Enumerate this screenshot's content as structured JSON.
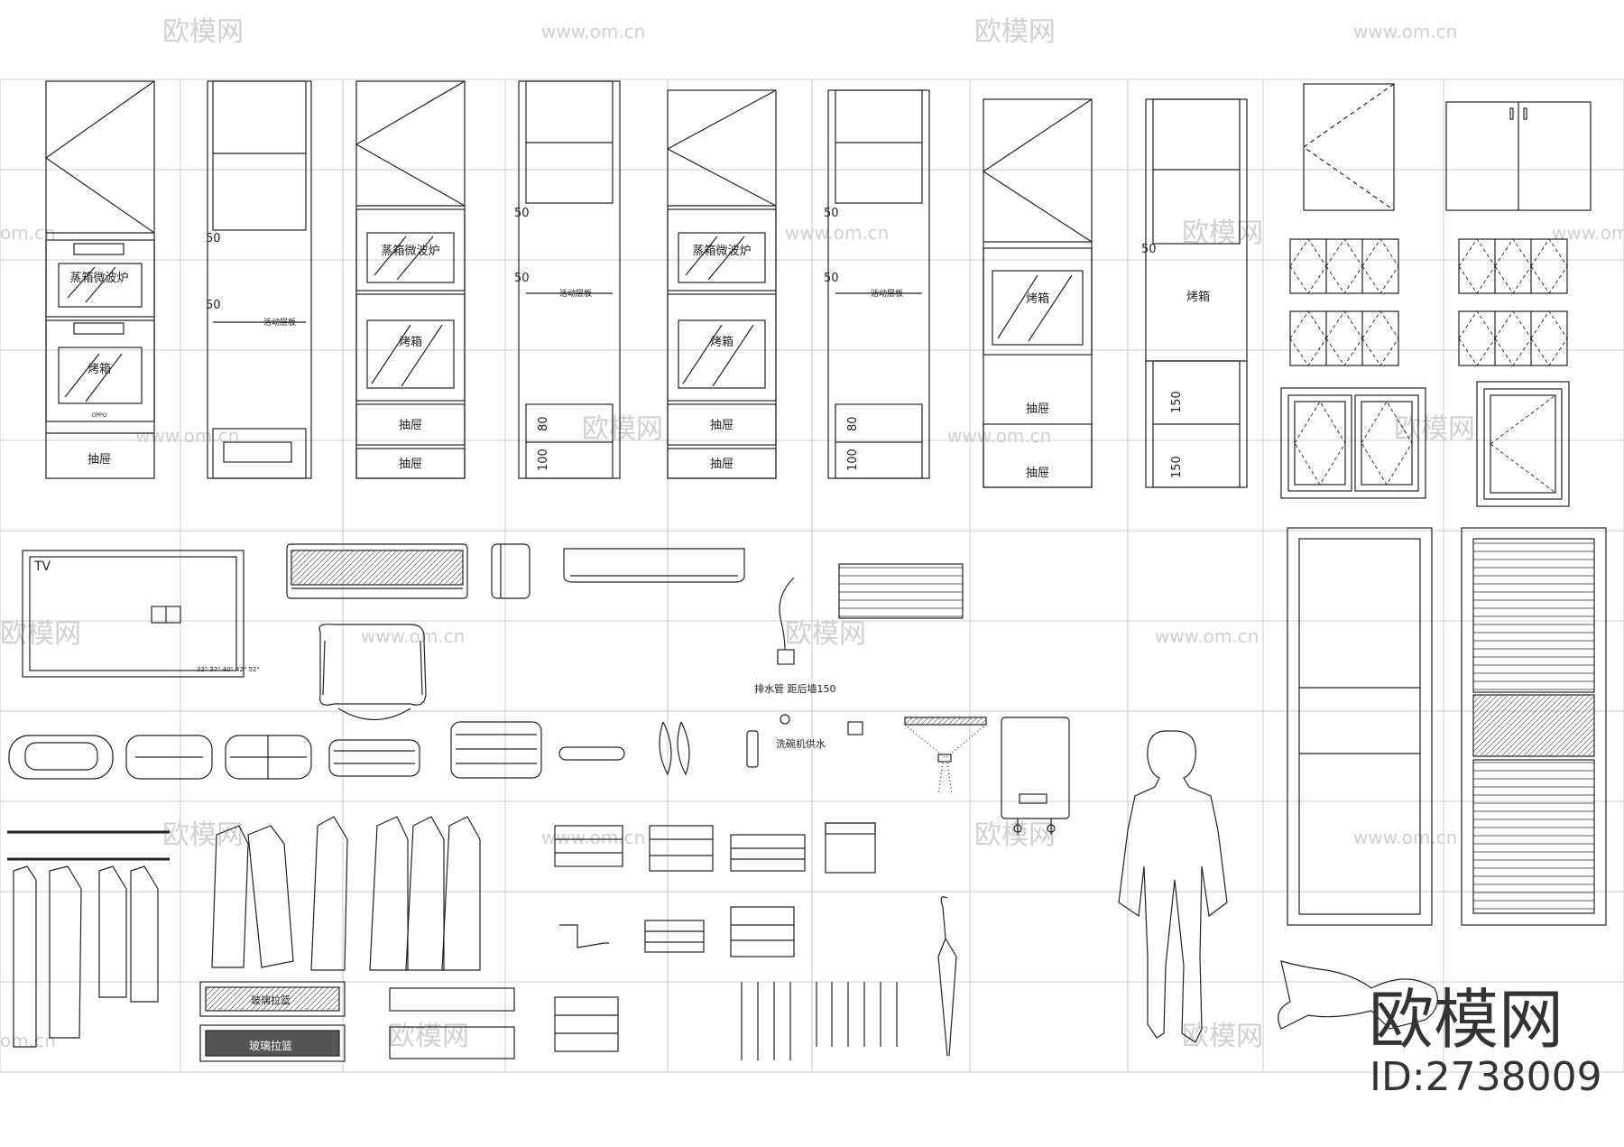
{
  "watermark": {
    "brand": "欧模网",
    "url": "www.om.cn",
    "id": "ID:2738009",
    "url_short": "om.cn"
  },
  "colors": {
    "ink": "#222222",
    "grid": "#bdbdbd",
    "watermark": "#d0d0d0",
    "brand": "#333333"
  },
  "labels": {
    "steam_micro": "蒸箱微波炉",
    "oven": "烤箱",
    "drawer": "抽屉",
    "movable_shelf": "活动层板",
    "tv": "TV",
    "drain": "排水管 距后墙150",
    "dishwasher_water": "洗碗机供水",
    "glass_basket": "玻璃拉篮",
    "dim_50": "50",
    "dim_80": "80",
    "dim_100": "100",
    "dim_150": "150",
    "tv_dims": "32\" 37\" 40\" 42\" 52\"",
    "brand_small": "OPPO"
  },
  "icons": [
    "tall-cabinet-icon",
    "oven-icon",
    "air-conditioner-icon",
    "chair-icon",
    "towel-icon",
    "hanger-clothes-icon",
    "human-figure-icon",
    "umbrella-icon",
    "door-icon",
    "water-heater-icon"
  ]
}
